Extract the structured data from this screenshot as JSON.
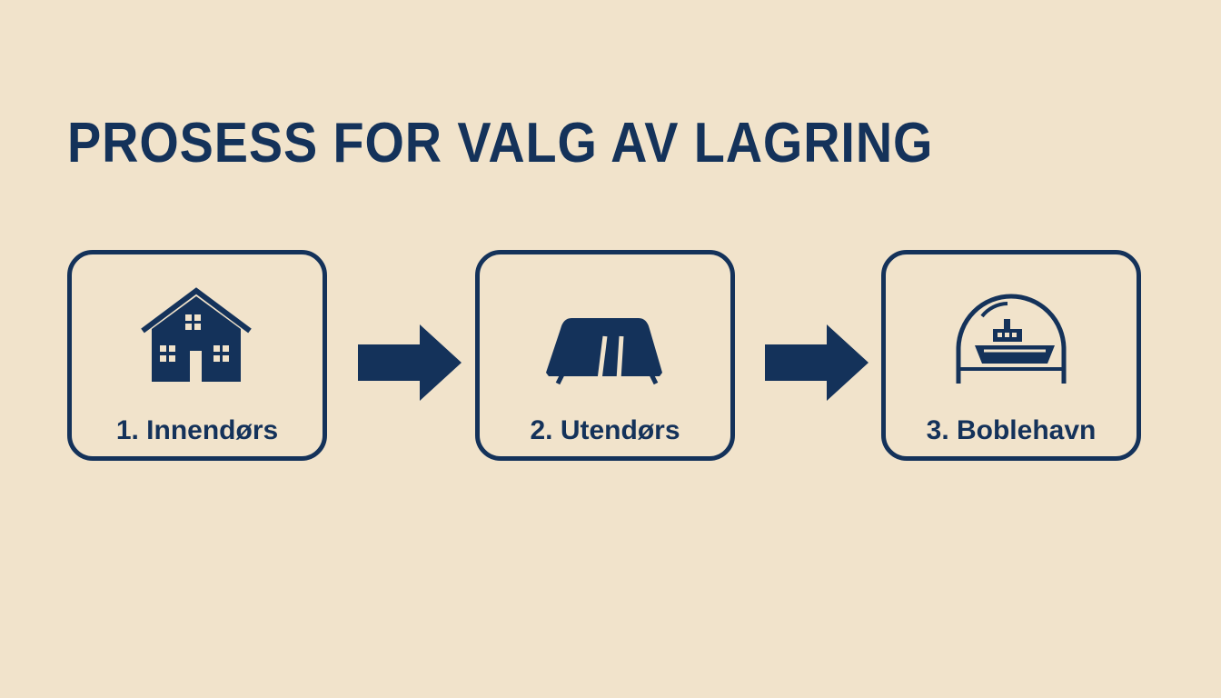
{
  "title": "PROSESS FOR VALG AV LAGRING",
  "steps": [
    {
      "label": "1. Innendørs",
      "icon": "house-icon"
    },
    {
      "label": "2. Utendørs",
      "icon": "tarp-cover-icon"
    },
    {
      "label": "3. Boblehavn",
      "icon": "boat-bubble-icon"
    }
  ],
  "colors": {
    "background": "#f1e3cb",
    "accent": "#14325a"
  }
}
